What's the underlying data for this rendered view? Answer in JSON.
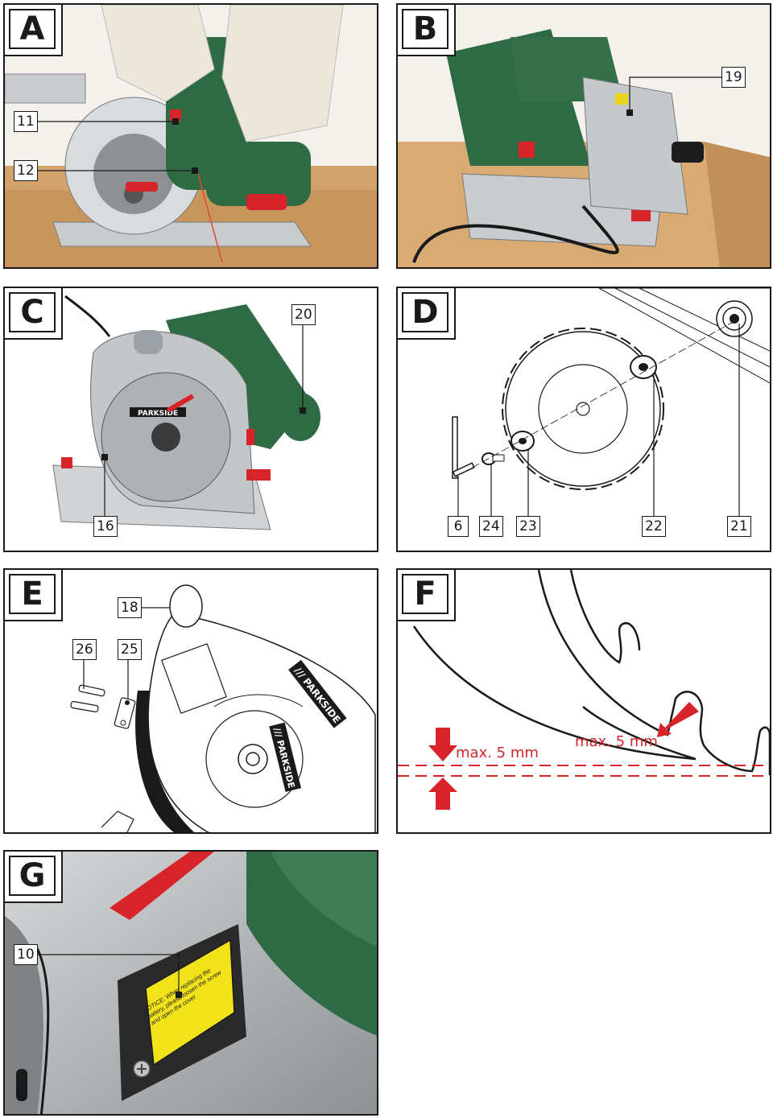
{
  "panels": {
    "A": {
      "label": "A",
      "callouts": [
        "11",
        "12"
      ]
    },
    "B": {
      "label": "B",
      "callouts": [
        "19"
      ]
    },
    "C": {
      "label": "C",
      "callouts": [
        "20",
        "16"
      ],
      "brand": "PARKSIDE"
    },
    "D": {
      "label": "D",
      "callouts": [
        "6",
        "24",
        "23",
        "22",
        "21"
      ]
    },
    "E": {
      "label": "E",
      "callouts": [
        "18",
        "26",
        "25"
      ],
      "brand": "/// PARKSIDE"
    },
    "F": {
      "label": "F",
      "measure_gap": "max. 5 mm",
      "measure_blade": "max. 5 mm"
    },
    "G": {
      "label": "G",
      "callouts": [
        "10"
      ],
      "notice_text": "NOTICE: When replacing the battery, please loosen the screw and open the cover"
    }
  },
  "colors": {
    "tool_green": "#2e6b45",
    "accent_red": "#d7232a",
    "housing_grey": "#b9bdbf",
    "label_yellow": "#f2e21a",
    "bench_wood": "#d2a36a"
  }
}
